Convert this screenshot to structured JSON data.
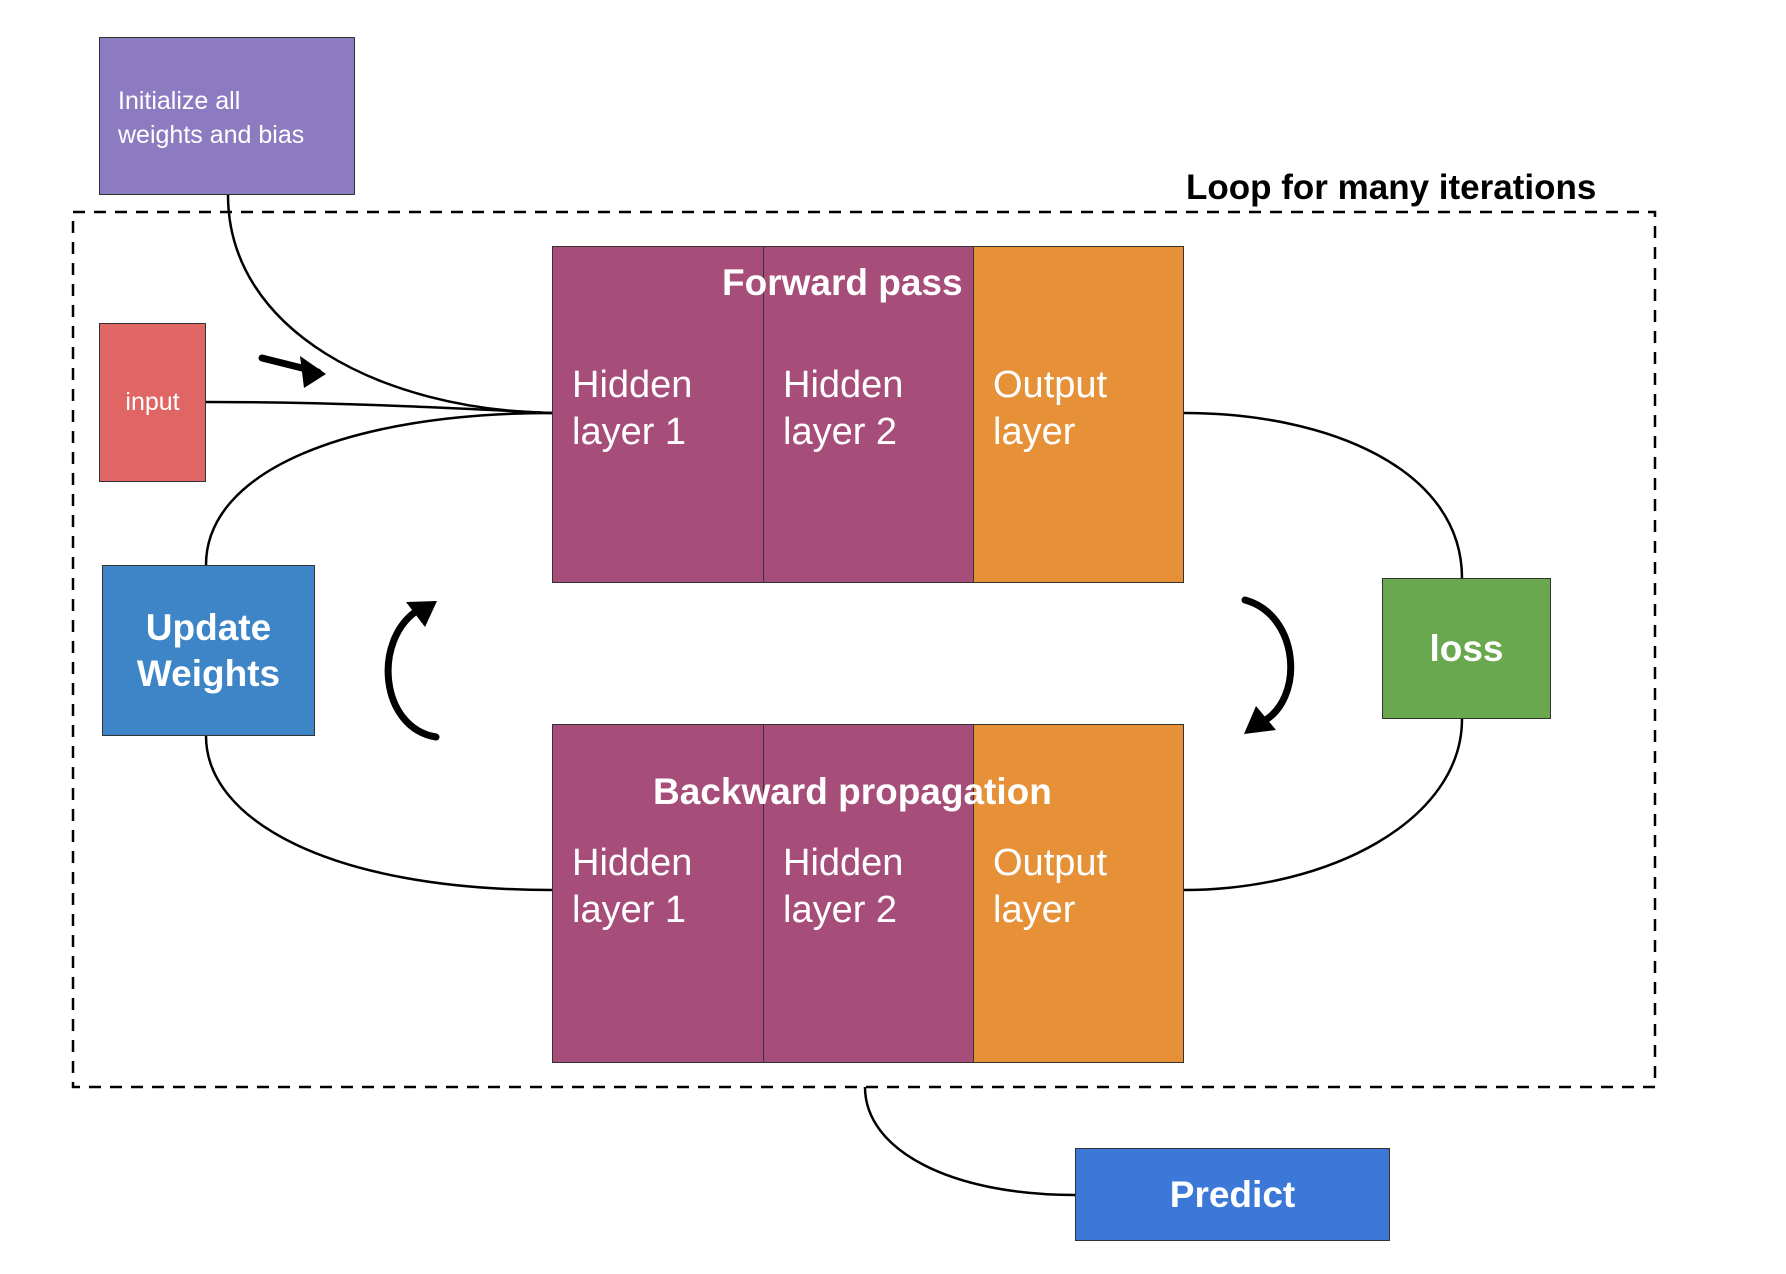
{
  "loop": {
    "label": "Loop for many iterations"
  },
  "init": {
    "label_line1": "Initialize all",
    "label_line2": "weights and bias",
    "color": "#8d7bc2"
  },
  "input": {
    "label": "input",
    "color": "#e06666"
  },
  "forward": {
    "title": "Forward pass",
    "layers": [
      {
        "line1": "Hidden",
        "line2": "layer 1"
      },
      {
        "line1": "Hidden",
        "line2": "layer 2"
      },
      {
        "line1": "Output",
        "line2": "layer"
      }
    ]
  },
  "backward": {
    "title": "Backward propagation",
    "layers": [
      {
        "line1": "Hidden",
        "line2": "layer 1"
      },
      {
        "line1": "Hidden",
        "line2": "layer 2"
      },
      {
        "line1": "Output",
        "line2": "layer"
      }
    ]
  },
  "update": {
    "line1": "Update",
    "line2": "Weights",
    "color": "#3d85c6"
  },
  "loss": {
    "label": "loss",
    "color": "#6aa84f"
  },
  "predict": {
    "label": "Predict",
    "color": "#3c78d8"
  },
  "colors": {
    "hidden": "#a64d79",
    "output": "#e69138",
    "border": "#333333",
    "line": "#000000"
  }
}
